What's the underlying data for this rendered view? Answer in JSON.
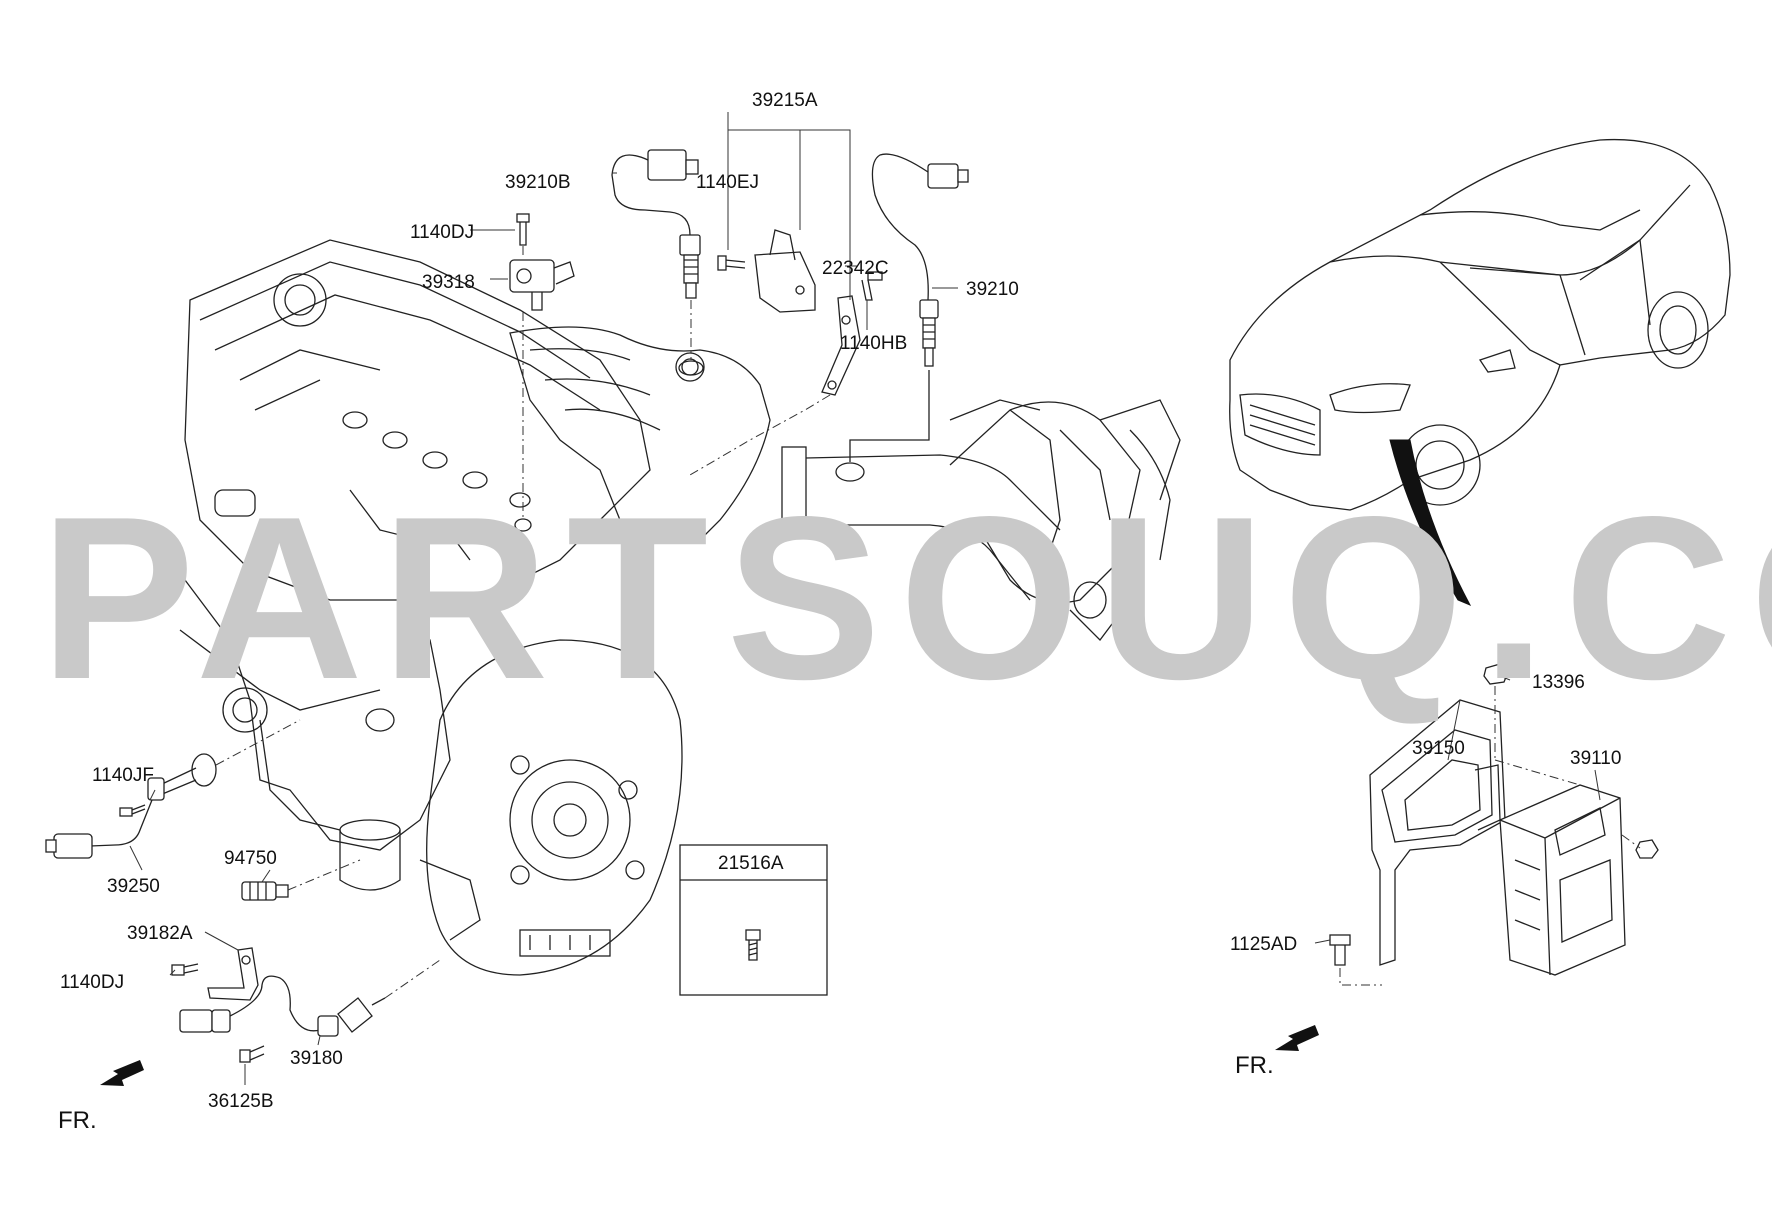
{
  "watermark": "PARTSOUQ.COM",
  "callouts": {
    "p39215A": "39215A",
    "p39210B": "39210B",
    "p1140EJ": "1140EJ",
    "p1140DJ_top": "1140DJ",
    "p22342C": "22342C",
    "p39318": "39318",
    "p39210": "39210",
    "p1140HB": "1140HB",
    "p13396": "13396",
    "p39150": "39150",
    "p39110": "39110",
    "p1140JF": "1140JF",
    "p94750": "94750",
    "p39250": "39250",
    "p39182A": "39182A",
    "p1140DJ_bottom": "1140DJ",
    "p39180": "39180",
    "p36125B": "36125B",
    "p21516A": "21516A",
    "p1125AD": "1125AD"
  },
  "direction": {
    "left": "FR.",
    "right": "FR."
  },
  "colors": {
    "line": "#222222",
    "watermark": "#c9c9c9",
    "harness": "#111111"
  }
}
